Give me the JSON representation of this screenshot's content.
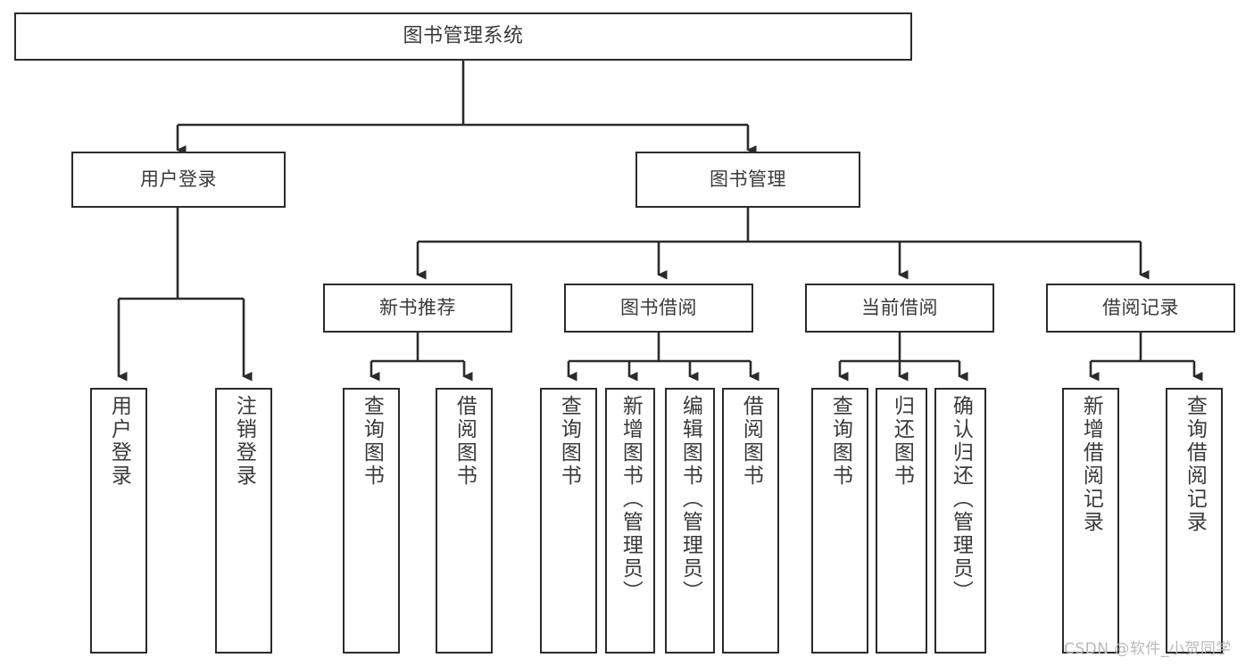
{
  "diagram": {
    "title": "图书管理系统",
    "type": "tree-hierarchy",
    "root": {
      "label": "图书管理系统"
    },
    "level2": [
      {
        "label": "用户登录"
      },
      {
        "label": "图书管理"
      }
    ],
    "level3": [
      {
        "label": "新书推荐"
      },
      {
        "label": "图书借阅"
      },
      {
        "label": "当前借阅"
      },
      {
        "label": "借阅记录"
      }
    ],
    "leaves": {
      "user_login": [
        {
          "label": "用户登录"
        },
        {
          "label": "注销登录"
        }
      ],
      "new_book_recommend": [
        {
          "label": "查询图书"
        },
        {
          "label": "借阅图书"
        }
      ],
      "book_borrow": [
        {
          "label": "查询图书"
        },
        {
          "label": "新增图书（管理员）"
        },
        {
          "label": "编辑图书（管理员）"
        },
        {
          "label": "借阅图书"
        }
      ],
      "current_borrow": [
        {
          "label": "查询图书"
        },
        {
          "label": "归还图书"
        },
        {
          "label": "确认归还（管理员）"
        }
      ],
      "borrow_record": [
        {
          "label": "新增借阅记录"
        },
        {
          "label": "查询借阅记录"
        }
      ]
    }
  },
  "watermark": {
    "text": "CSDN @软件_小贺同学"
  },
  "colors": {
    "stroke": "#2b2b2b",
    "text": "#3a3a3a",
    "background": "#ffffff",
    "watermark": "#b9b9b9"
  }
}
